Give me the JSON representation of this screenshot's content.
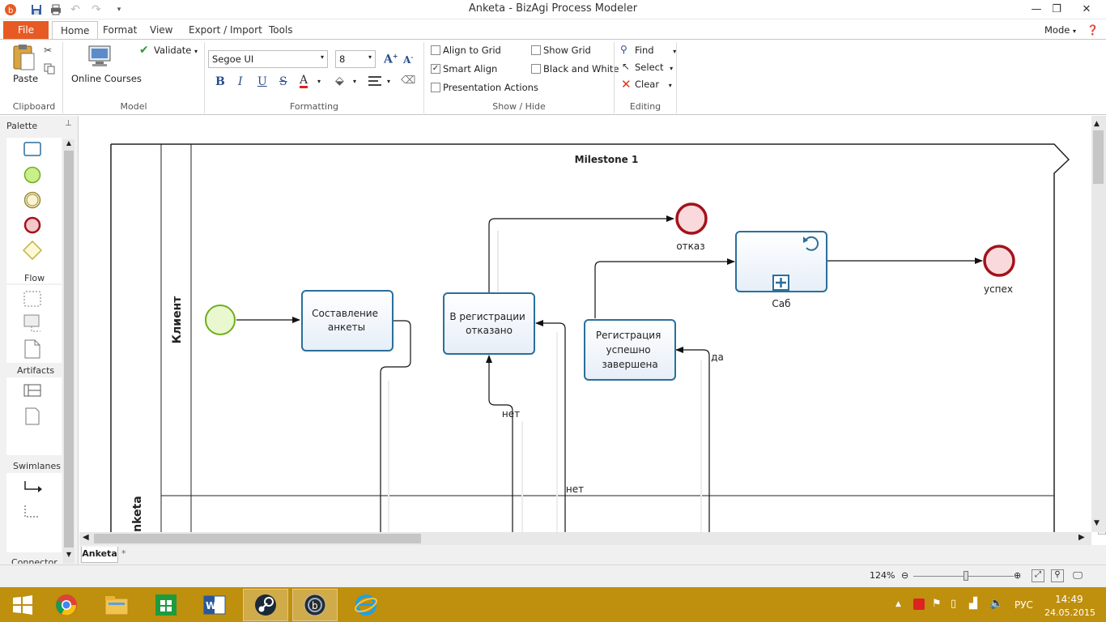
{
  "window": {
    "title": "Anketa - BizAgi Process Modeler"
  },
  "ribbon": {
    "tabs": {
      "file": "File",
      "home": "Home",
      "format": "Format",
      "view": "View",
      "export_import": "Export / Import",
      "tools": "Tools"
    },
    "mode_label": "Mode",
    "clipboard": {
      "paste": "Paste",
      "group": "Clipboard"
    },
    "model": {
      "online_courses": "Online Courses",
      "validate": "Validate",
      "group": "Model"
    },
    "formatting": {
      "font": "Segoe UI",
      "size": "8",
      "group": "Formatting",
      "bold": "B",
      "italic": "I",
      "underline": "U",
      "strike": "S",
      "font_color": "A"
    },
    "show_hide": {
      "align_to_grid": "Align to Grid",
      "smart_align": "Smart Align",
      "presentation_actions": "Presentation Actions",
      "show_grid": "Show Grid",
      "black_and_white": "Black and White",
      "group": "Show / Hide"
    },
    "editing": {
      "find": "Find",
      "select": "Select",
      "clear": "Clear",
      "group": "Editing"
    }
  },
  "palette": {
    "title": "Palette",
    "sections": {
      "flow": "Flow",
      "artifacts": "Artifacts",
      "swimlanes": "Swimlanes",
      "connectors": "Connector"
    }
  },
  "diagram": {
    "milestone": "Milestone 1",
    "pool": "Anketa",
    "lane": "Клиент",
    "tasks": {
      "fill": "Составление анкеты",
      "rejected": "В регистрации отказано",
      "success_task": "Регистрация успешно завершена",
      "subprocess": "Саб"
    },
    "task_lines": {
      "fill": [
        "Составление",
        "анкеты"
      ],
      "rejected": [
        "В регистрации",
        "отказано"
      ],
      "success_task": [
        "Регистрация",
        "успешно",
        "завершена"
      ]
    },
    "events": {
      "reject_end": "отказ",
      "success_end": "успех"
    },
    "flow_labels": {
      "no1": "нет",
      "no2": "нет",
      "yes": "да"
    },
    "colors": {
      "task_border": "#2a6f9b",
      "start_border": "#6fae20",
      "end_border": "#a3121b"
    }
  },
  "doc_tabs": {
    "active": "Anketa",
    "new": "*"
  },
  "status": {
    "zoom": "124%"
  },
  "taskbar": {
    "language": "РУС",
    "time": "14:49",
    "date": "24.05.2015"
  }
}
